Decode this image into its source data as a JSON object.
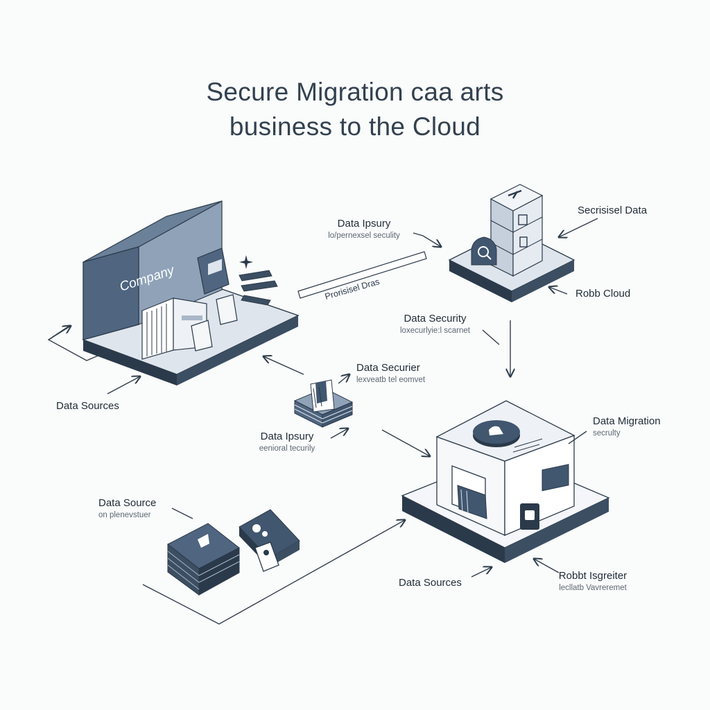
{
  "title": {
    "line1": "Secure Migration caa arts",
    "line2": "business to the Cloud"
  },
  "colors": {
    "dark": "#2b3a4a",
    "mid": "#4f6580",
    "light": "#a9b8c9",
    "pale": "#e3e8ef",
    "line": "#2f3d4b"
  },
  "company_sign": "Company",
  "banner_label": "Prorisisel Dras",
  "labels": {
    "data_ipsury_top": {
      "heading": "Data Ipsury",
      "sub": "lo/pernexsel seculity"
    },
    "secrisisel_data": {
      "heading": "Secrisisel Data",
      "sub": ""
    },
    "robb_cloud": {
      "heading": "Robb Cloud",
      "sub": ""
    },
    "data_security": {
      "heading": "Data Security",
      "sub": "loxecurlyie:l scarnet"
    },
    "data_securier": {
      "heading": "Data Securier",
      "sub": "lexveatb tel eomvet"
    },
    "data_sources_left": {
      "heading": "Data Sources",
      "sub": ""
    },
    "data_ipsury_mid": {
      "heading": "Data Ipsury",
      "sub": "eenioral tecurily"
    },
    "data_migration": {
      "heading": "Data Migration",
      "sub": "secrulty"
    },
    "data_source_bottom": {
      "heading": "Data Source",
      "sub": "on plenevstuer"
    },
    "data_sources_bottom": {
      "heading": "Data Sources",
      "sub": ""
    },
    "robbt_isgreiter": {
      "heading": "Robbt Isgreiter",
      "sub": "lecllatb Vavreremet"
    }
  },
  "icons": [
    "company-building-icon",
    "cloud-server-tower-icon",
    "search-icon",
    "document-stack-icon",
    "migration-box-icon",
    "sparkle-icon"
  ]
}
